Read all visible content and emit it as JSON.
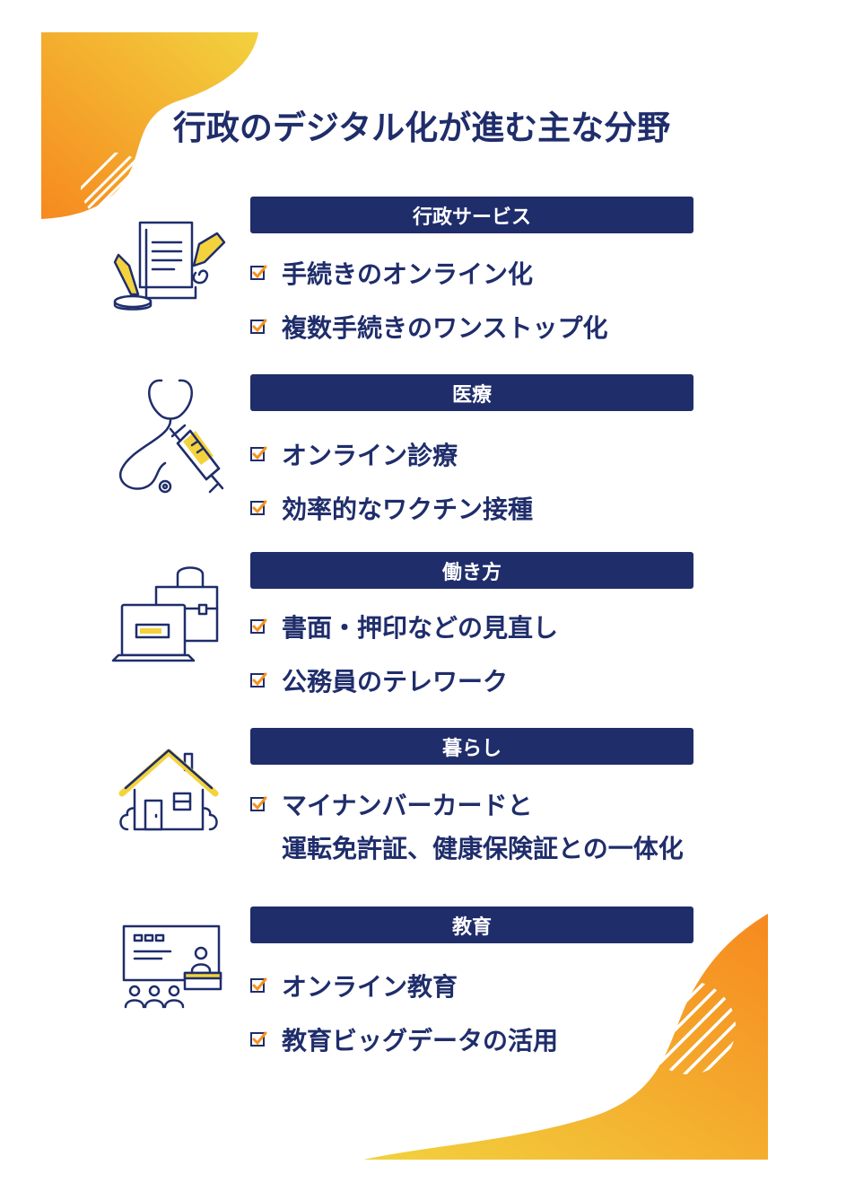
{
  "title": "行政のデジタル化が進む主な分野",
  "colors": {
    "navy": "#1f2d6b",
    "orange": "#f6921e",
    "yellow": "#f3d33d",
    "white": "#ffffff"
  },
  "sections": [
    {
      "heading": "行政サービス",
      "icon": "document-pen-icon",
      "items": [
        "手続きのオンライン化",
        "複数手続きのワンストップ化"
      ]
    },
    {
      "heading": "医療",
      "icon": "stethoscope-syringe-icon",
      "items": [
        "オンライン診療",
        "効率的なワクチン接種"
      ]
    },
    {
      "heading": "働き方",
      "icon": "laptop-briefcase-icon",
      "items": [
        "書面・押印などの見直し",
        "公務員のテレワーク"
      ]
    },
    {
      "heading": "暮らし",
      "icon": "house-icon",
      "items": [
        "マイナンバーカードと\n運転免許証、健康保険証との一体化"
      ]
    },
    {
      "heading": "教育",
      "icon": "classroom-icon",
      "items": [
        "オンライン教育",
        "教育ビッグデータの活用"
      ]
    }
  ]
}
